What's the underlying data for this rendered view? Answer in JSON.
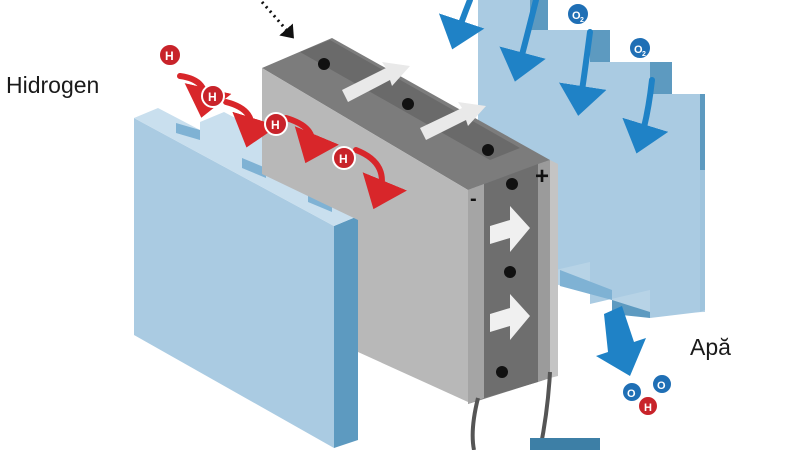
{
  "labels": {
    "hydrogen": "Hidrogen",
    "water": "Apă"
  },
  "molecules": {
    "hydrogen_symbol": "H",
    "oxygen_symbol": "O",
    "o2_symbol": "O",
    "o2_subscript": "2"
  },
  "terminals": {
    "negative": "-",
    "positive": "+"
  },
  "colors": {
    "plate_front": "#aacbe2",
    "plate_side": "#5d9ac0",
    "plate_top": "#c9dfee",
    "cell_front": "#b8b8b8",
    "cell_top": "#7c7c7c",
    "electrolyte": "#7d7d7d",
    "hydrogen_arrow": "#d8262a",
    "oxygen_arrow": "#1f82c6",
    "water_arrow": "#1f82c6",
    "hydrogen_atom": "#c8232a",
    "oxygen_atom": "#1f6fb5"
  },
  "icons": [
    "hydrogen-atom-icon",
    "oxygen-molecule-icon",
    "electron-dot-icon",
    "flow-arrow-icon"
  ]
}
